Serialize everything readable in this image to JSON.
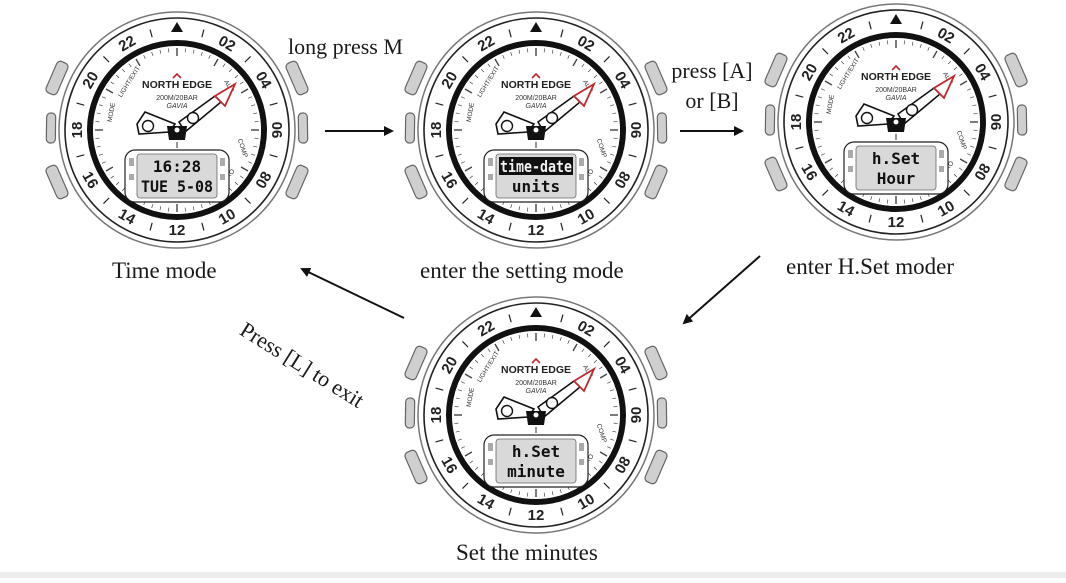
{
  "watch_template": {
    "brand": "NORTH EDGE",
    "spec": "200M/20BAR",
    "model": "GAVIA",
    "bezel_numbers": [
      "02",
      "04",
      "06",
      "08",
      "10",
      "12",
      "14",
      "16",
      "18",
      "20",
      "22"
    ],
    "dial_labels": {
      "top_left": "LIGHT/EXIT",
      "top_right": "ALTI",
      "right": "COMP",
      "bottom_right": "DIVE/BARO",
      "left": "MODE"
    }
  },
  "watches": [
    {
      "id": "time-mode",
      "lcd_line1": "16:28",
      "lcd_line2": "TUE 5-08",
      "caption": "Time mode",
      "lcd_inverted": false
    },
    {
      "id": "setting-mode",
      "lcd_line1": "time-date",
      "lcd_line2": "units",
      "caption": "enter the setting mode",
      "lcd_inverted": true
    },
    {
      "id": "hset-hour",
      "lcd_line1": "h.Set",
      "lcd_line2": "Hour",
      "caption": "enter H.Set moder",
      "lcd_inverted": false
    },
    {
      "id": "hset-minute",
      "lcd_line1": "h.Set",
      "lcd_line2": "minute",
      "caption": "Set the minutes",
      "lcd_inverted": false
    }
  ],
  "instructions": {
    "long_press_m": "long press M",
    "press_a_or_b_line1": "press [A]",
    "press_a_or_b_line2": "or [B]",
    "press_l_exit": "Press [L] to exit"
  },
  "colors": {
    "accent_red": "#c0282e",
    "text": "#1a1a1a",
    "lcd_bg": "#d9d9d9"
  }
}
